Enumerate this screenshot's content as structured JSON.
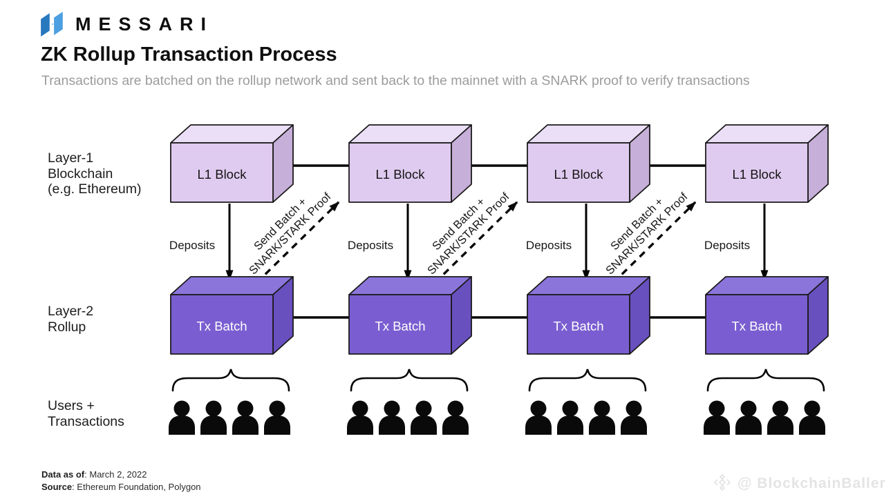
{
  "header": {
    "logo_text": "MESSARI",
    "title": "ZK Rollup Transaction Process",
    "subtitle": "Transactions are batched on the rollup network and sent back to the mainnet with a SNARK proof to verify transactions"
  },
  "row_labels": {
    "layer1_line1": "Layer-1",
    "layer1_line2": "Blockchain",
    "layer1_line3": "(e.g. Ethereum)",
    "layer2_line1": "Layer-2",
    "layer2_line2": "Rollup",
    "users_line1": "Users +",
    "users_line2": "Transactions"
  },
  "diagram": {
    "columns": [
      {
        "l1_label": "L1 Block",
        "tx_label": "Tx Batch",
        "deposits_label": "Deposits"
      },
      {
        "l1_label": "L1 Block",
        "tx_label": "Tx Batch",
        "deposits_label": "Deposits"
      },
      {
        "l1_label": "L1 Block",
        "tx_label": "Tx Batch",
        "deposits_label": "Deposits"
      },
      {
        "l1_label": "L1 Block",
        "tx_label": "Tx Batch",
        "deposits_label": "Deposits"
      }
    ],
    "send_batch_arrows": [
      {
        "line1": "Send Batch +",
        "line2": "SNARK/STARK Proof"
      },
      {
        "line1": "Send Batch +",
        "line2": "SNARK/STARK Proof"
      },
      {
        "line1": "Send Batch +",
        "line2": "SNARK/STARK Proof"
      }
    ]
  },
  "colors": {
    "l1_front": "#e0cbf0",
    "l1_top": "#ebdff7",
    "l1_side": "#c6afd8",
    "tx_front": "#7a5ed1",
    "tx_top": "#8b75da",
    "tx_side": "#6950bf",
    "logo_blue_dark": "#2878be",
    "logo_blue_light": "#4c9fe0"
  },
  "footer": {
    "data_as_of_label": "Data as of",
    "data_as_of_value": ": March 2, 2022",
    "source_label": "Source",
    "source_value": ": Ethereum Foundation, Polygon"
  },
  "watermark": {
    "handle": "@ BlockchainBaller"
  }
}
